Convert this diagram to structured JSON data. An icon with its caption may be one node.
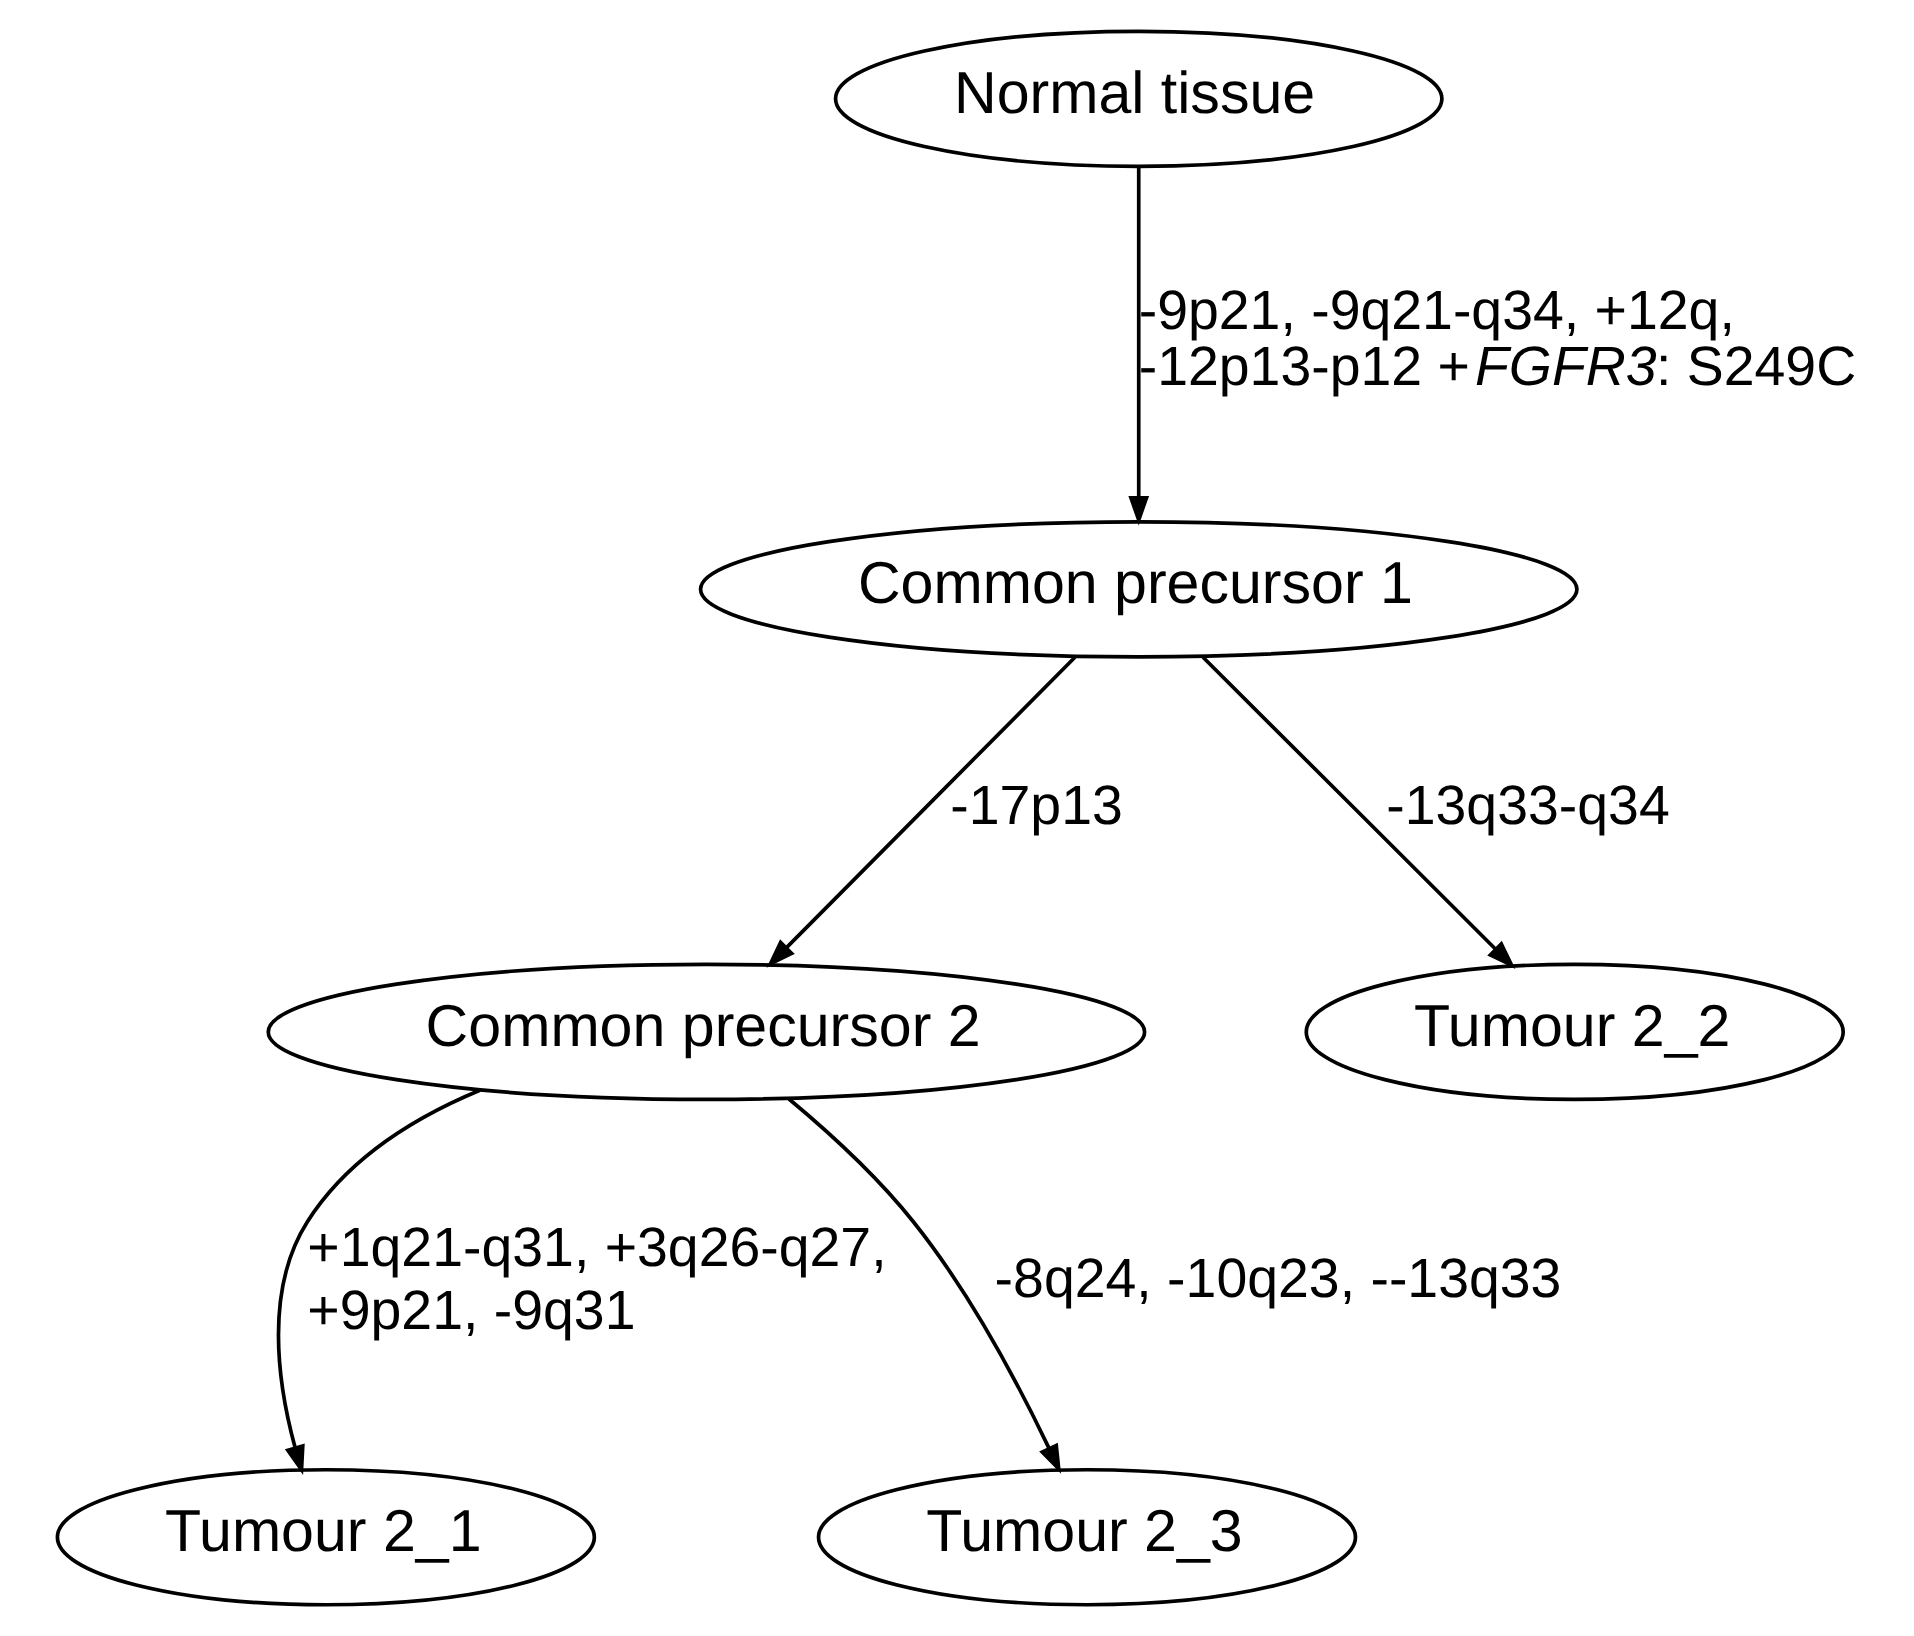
{
  "diagram": {
    "nodes": [
      {
        "text": [
          "Normal tissue"
        ]
      },
      {
        "text": [
          "Common precursor 1"
        ]
      },
      {
        "text": [
          "Common precursor 2"
        ]
      },
      {
        "text": [
          "Tumour 2_2"
        ]
      },
      {
        "text": [
          "Tumour 2_1"
        ]
      },
      {
        "text": [
          "Tumour 2_3"
        ]
      }
    ],
    "edges": [
      {
        "from": 0,
        "to": 1,
        "arrow": "to",
        "label": "-9p21, -9q21-q34, +12q, -12p13-p12 +*FGFR3*: S249C"
      },
      {
        "from": 1,
        "to": 2,
        "arrow": "to",
        "label": "-17p13"
      },
      {
        "from": 1,
        "to": 3,
        "arrow": "to",
        "label": "-13q33-q34"
      },
      {
        "from": 2,
        "to": 4,
        "arrow": "to",
        "label": "+1q21-q31, +3q26-q27, +9p21, -9q31"
      },
      {
        "from": 2,
        "to": 5,
        "arrow": "to",
        "label": "-8q24, -10q23, --13q33"
      }
    ]
  }
}
